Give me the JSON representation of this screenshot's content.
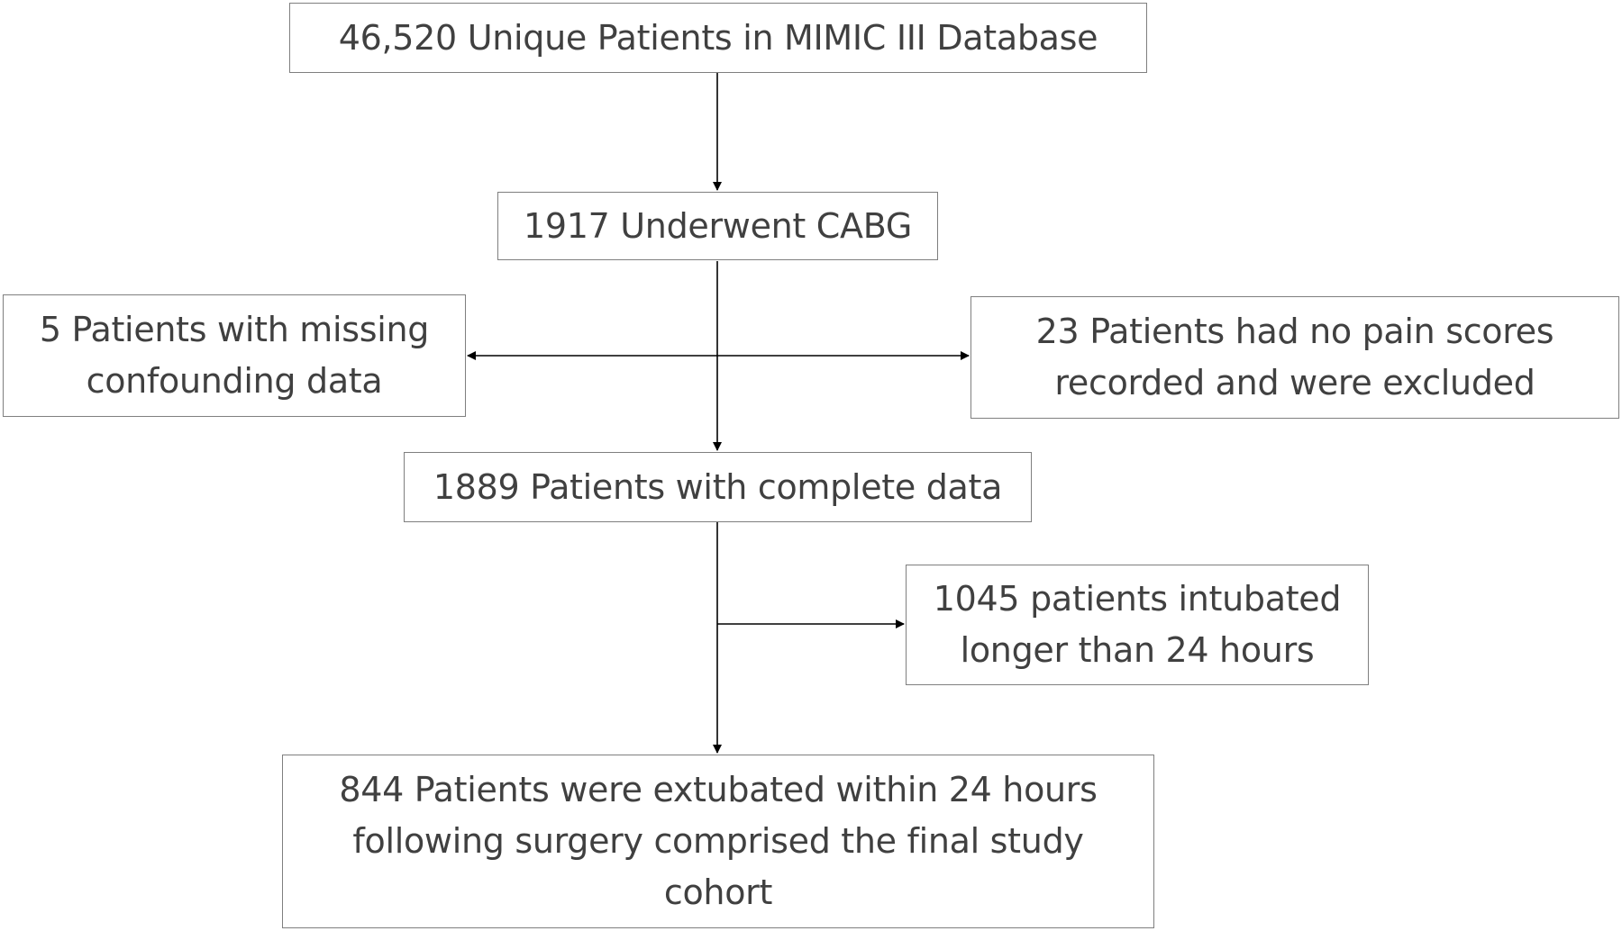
{
  "flowchart": {
    "database": {
      "line1": "46,520 Unique Patients in MIMIC III Database"
    },
    "cabg": {
      "line1": "1917 Underwent CABG"
    },
    "excluded_missing": {
      "line1": "5 Patients with missing",
      "line2": "confounding data"
    },
    "excluded_pain": {
      "line1": "23 Patients had no pain scores",
      "line2": "recorded and were excluded"
    },
    "complete": {
      "line1": "1889 Patients with complete data"
    },
    "excluded_intubated": {
      "line1": "1045 patients intubated",
      "line2": "longer than 24 hours"
    },
    "final": {
      "line1": "844 Patients were extubated within 24 hours",
      "line2": "following surgery comprised the final study",
      "line3": "cohort"
    }
  }
}
